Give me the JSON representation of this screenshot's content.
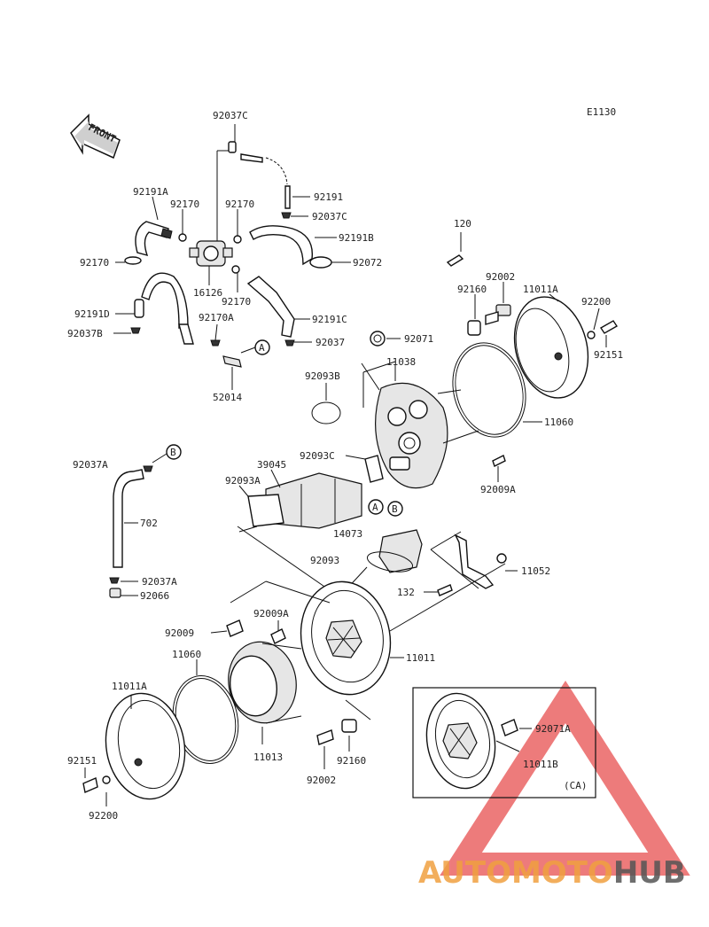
{
  "diagram_code": "E1130",
  "front_arrow_text": "FRONT",
  "ref_markers": {
    "a": "A",
    "b": "B"
  },
  "labels": {
    "p92037C_top": "92037C",
    "p92191": "92191",
    "p92037C_mid": "92037C",
    "p92191A": "92191A",
    "p92170_a": "92170",
    "p92170_b": "92170",
    "p92191B": "92191B",
    "p92072": "92072",
    "p92170_c": "92170",
    "p16126": "16126",
    "p92170_d": "92170",
    "p92191D": "92191D",
    "p92037B": "92037B",
    "p92170A": "92170A",
    "p92191C": "92191C",
    "p92037": "92037",
    "p52014": "52014",
    "p120": "120",
    "p92002_top": "92002",
    "p11011A_top": "11011A",
    "p92160_top": "92160",
    "p92200_top": "92200",
    "p92071": "92071",
    "p92151_top": "92151",
    "p11038": "11038",
    "p92093B": "92093B",
    "p11060_top": "11060",
    "p92037A_top": "92037A",
    "p39045": "39045",
    "p92093C": "92093C",
    "p92093A": "92093A",
    "p92009A_top": "92009A",
    "p702": "702",
    "p14073": "14073",
    "p92093": "92093",
    "p11052": "11052",
    "p92037A_bot": "92037A",
    "p92066": "92066",
    "p132": "132",
    "p92009": "92009",
    "p92009A_bot": "92009A",
    "p11011": "11011",
    "p11060_bot": "11060",
    "p11011A_bot": "11011A",
    "p92071A": "92071A",
    "p11011B": "11011B",
    "pCA": "(CA)",
    "p92151_bot": "92151",
    "p11013": "11013",
    "p92160_bot": "92160",
    "p92002_bot": "92002",
    "p92200_bot": "92200"
  },
  "watermark": {
    "part1": "AUTOMOTO",
    "part2": "HUB"
  },
  "colors": {
    "line": "#111111",
    "watermark_red": "#e85050",
    "watermark_orange": "#f0a040",
    "watermark_gray": "#555555"
  }
}
